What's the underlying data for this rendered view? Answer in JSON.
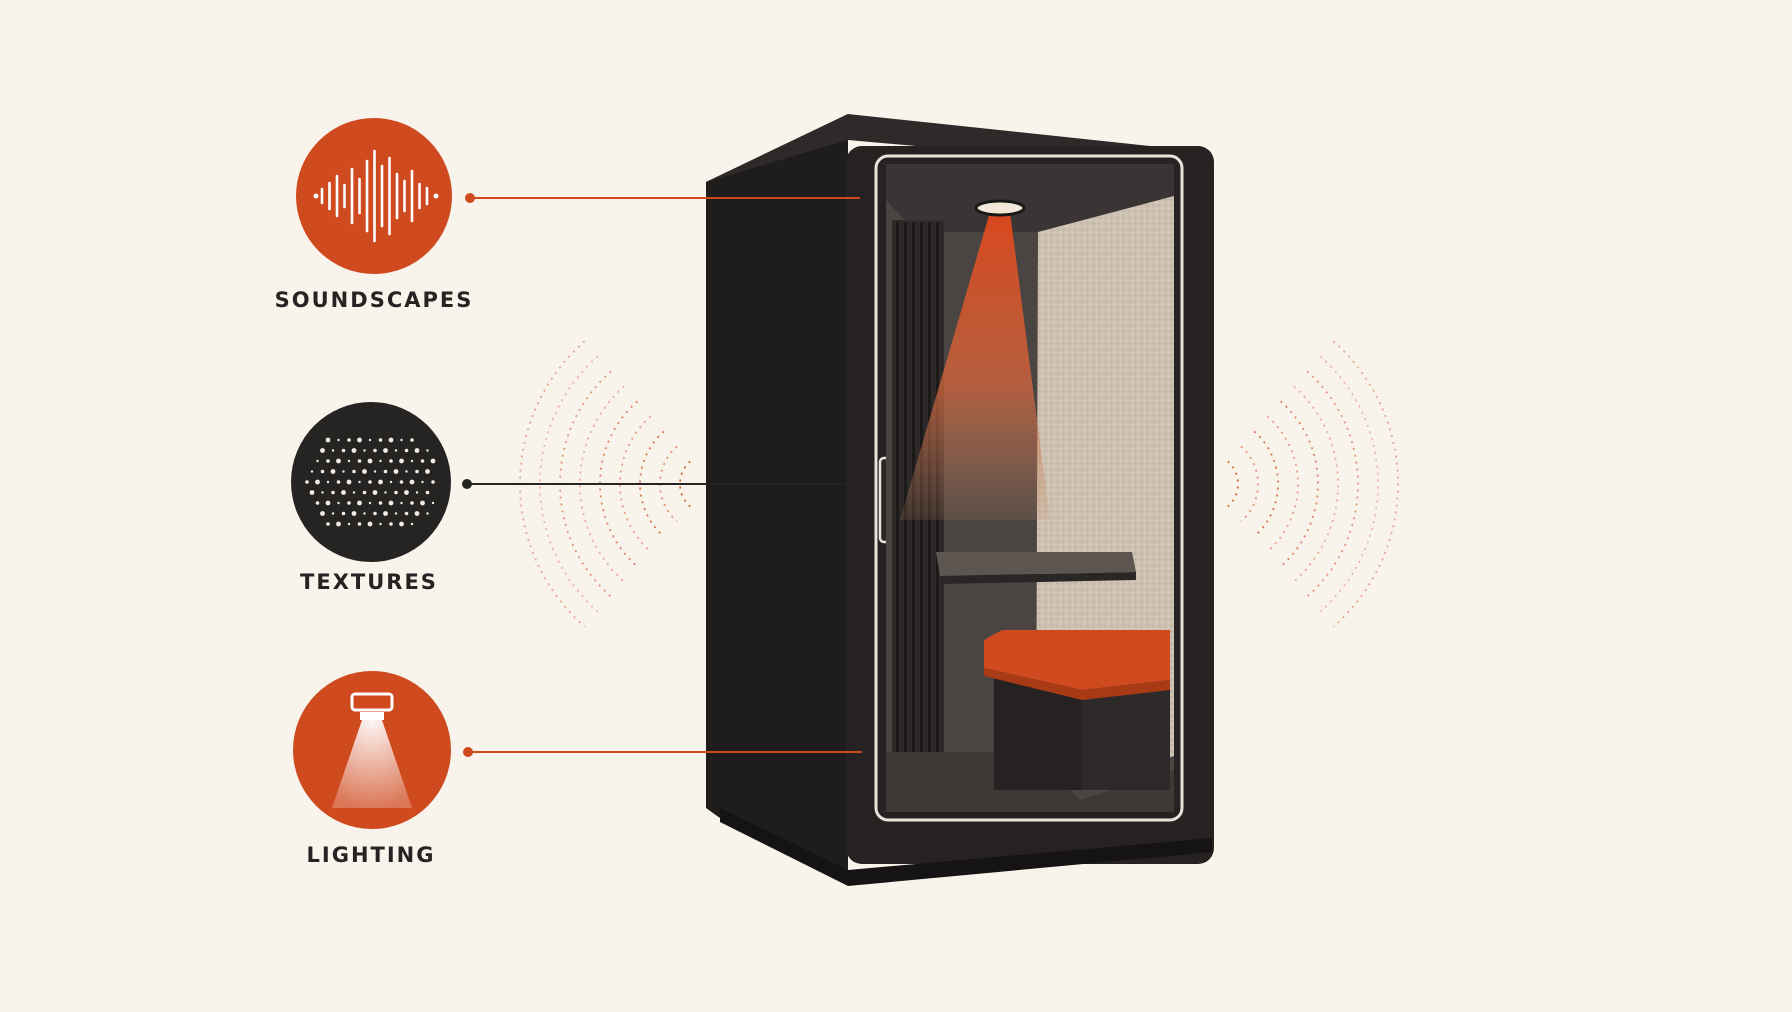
{
  "features": [
    {
      "id": "soundscapes",
      "label": "SOUNDSCAPES",
      "icon": "soundwave-icon",
      "color": "#cf4a1f"
    },
    {
      "id": "textures",
      "label": "TEXTURES",
      "icon": "dot-texture-icon",
      "color": "#262323"
    },
    {
      "id": "lighting",
      "label": "LIGHTING",
      "icon": "ceiling-light-icon",
      "color": "#cf4a1f"
    }
  ],
  "colors": {
    "background": "#f8f4ec",
    "accent": "#cf4a1f",
    "booth": "#2a2727",
    "interior_wall": "#cfc4b4",
    "dark_text": "#262323"
  }
}
